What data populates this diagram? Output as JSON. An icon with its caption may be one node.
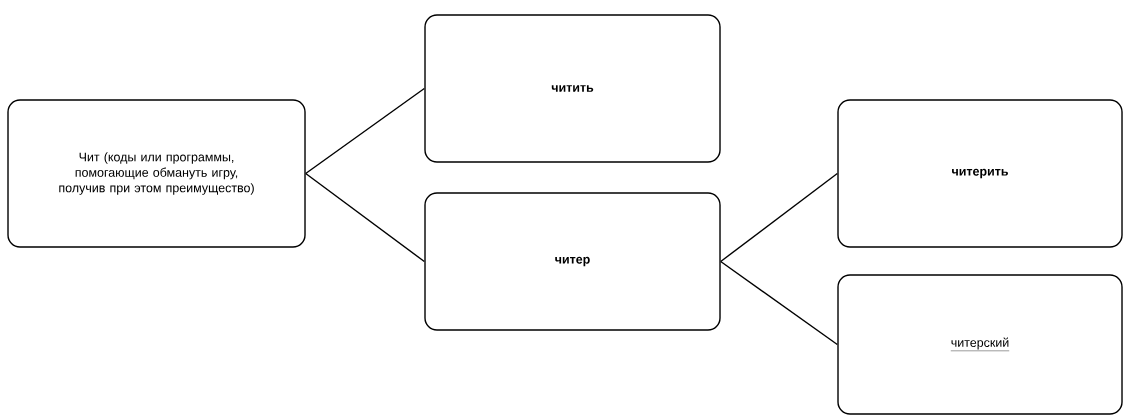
{
  "diagram": {
    "nodes": [
      {
        "text": [
          "Чит (коды или программы, помогающие  обмануть игру, получив при этом преимущество)"
        ]
      },
      {
        "text": [
          "читить"
        ]
      },
      {
        "text": [
          "читер"
        ]
      },
      {
        "text": [
          "читерить"
        ]
      },
      {
        "text": [
          "читерский"
        ]
      }
    ],
    "edges": [
      {
        "from": 0,
        "to": 1,
        "arrow": "none"
      },
      {
        "from": 0,
        "to": 2,
        "arrow": "none"
      },
      {
        "from": 2,
        "to": 3,
        "arrow": "none"
      },
      {
        "from": 2,
        "to": 4,
        "arrow": "none"
      }
    ]
  }
}
